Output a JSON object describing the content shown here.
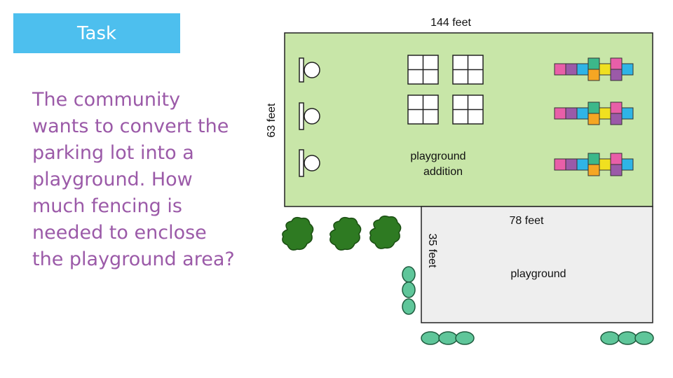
{
  "banner": {
    "label": "Task",
    "color": "#4dbfee"
  },
  "question": {
    "lines": [
      "The community",
      "wants to convert the",
      "parking lot into a",
      "playground.  How",
      "much fencing is",
      "needed to enclose",
      "the playground area?"
    ],
    "color": "#9b5aa8"
  },
  "diagram": {
    "addition": {
      "top_label": "144 feet",
      "side_label": "63  feet",
      "name_line1": "playground",
      "name_line2": "addition",
      "fill": "#c8e6a8"
    },
    "playground": {
      "top_label": "78 feet",
      "side_label": "35 feet",
      "name": "playground",
      "fill": "#eeeeee"
    },
    "icons": [
      "slide-icon",
      "window-grid-icon",
      "hopscotch-icon",
      "tree-icon",
      "shrub-icon"
    ]
  }
}
